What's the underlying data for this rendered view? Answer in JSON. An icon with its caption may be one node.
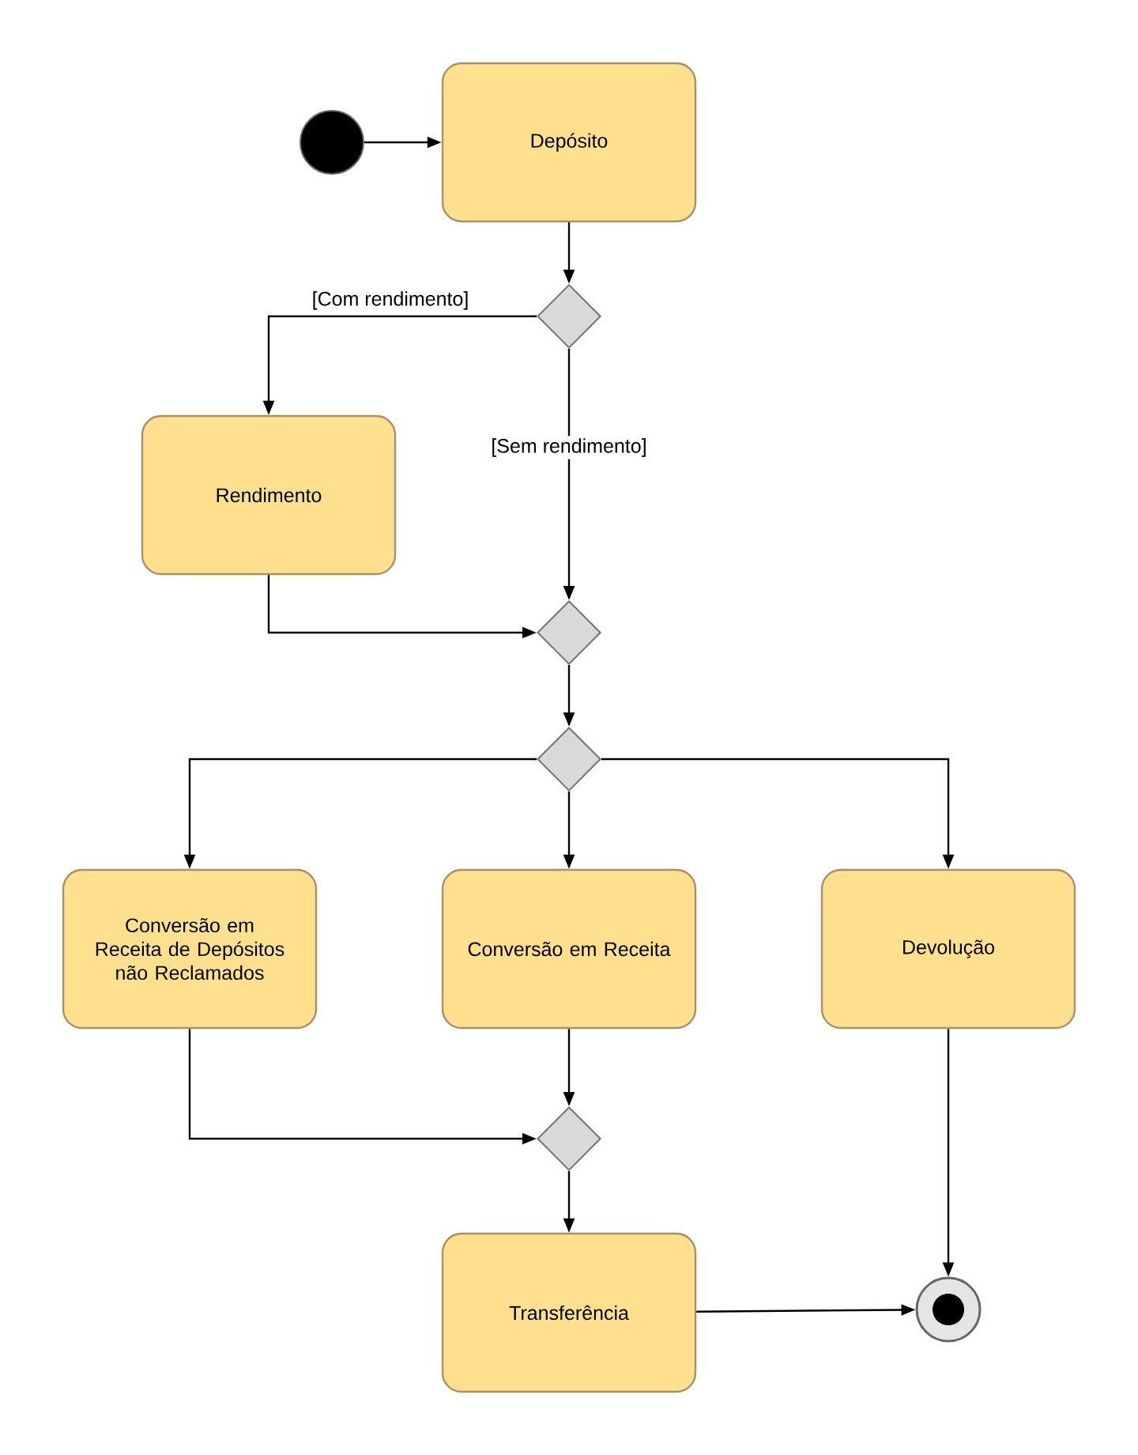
{
  "diagram": {
    "nodes": [
      {
        "text": [],
        "shape": "circle"
      },
      {
        "text": [
          "Depósito"
        ]
      },
      {
        "text": [],
        "shape": "diamond"
      },
      {
        "text": [
          "Rendimento"
        ]
      },
      {
        "text": [],
        "shape": "diamond"
      },
      {
        "text": [],
        "shape": "diamond"
      },
      {
        "text": [
          "Conversão em Receita de Depósitos não Reclamados"
        ]
      },
      {
        "text": [
          "Conversão em Receita"
        ]
      },
      {
        "text": [
          "Devolução"
        ]
      },
      {
        "text": [],
        "shape": "diamond"
      },
      {
        "text": [
          "Transferência"
        ]
      },
      {
        "text": [],
        "shape": "bullseye"
      }
    ],
    "edges": [
      {
        "from": 0,
        "to": 1,
        "arrow": "to"
      },
      {
        "from": 1,
        "to": 2,
        "arrow": "to"
      },
      {
        "from": 2,
        "to": 3,
        "arrow": "to",
        "label": "[Com rendimento]"
      },
      {
        "from": 2,
        "to": 4,
        "arrow": "to",
        "label": "[Sem rendimento]"
      },
      {
        "from": 3,
        "to": 4,
        "arrow": "to"
      },
      {
        "from": 4,
        "to": 5,
        "arrow": "to"
      },
      {
        "from": 5,
        "to": 6,
        "arrow": "to"
      },
      {
        "from": 5,
        "to": 7,
        "arrow": "to"
      },
      {
        "from": 5,
        "to": 8,
        "arrow": "to"
      },
      {
        "from": 6,
        "to": 9,
        "arrow": "to"
      },
      {
        "from": 7,
        "to": 9,
        "arrow": "to"
      },
      {
        "from": 9,
        "to": 10,
        "arrow": "to"
      },
      {
        "from": 10,
        "to": 11,
        "arrow": "to"
      },
      {
        "from": 8,
        "to": 11,
        "arrow": "to"
      }
    ]
  }
}
